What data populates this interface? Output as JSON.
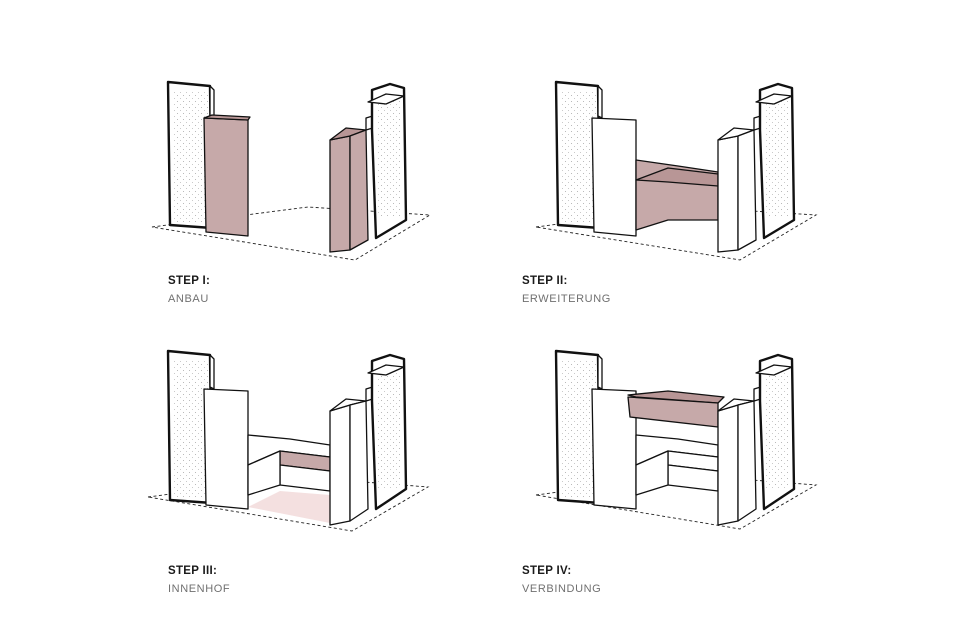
{
  "steps": [
    {
      "title": "STEP I:",
      "subtitle": "ANBAU"
    },
    {
      "title": "STEP II:",
      "subtitle": "ERWEITERUNG"
    },
    {
      "title": "STEP III:",
      "subtitle": "INNENHOF"
    },
    {
      "title": "STEP IV:",
      "subtitle": "VERBINDUNG"
    }
  ],
  "colors": {
    "highlight": "#c6a9a9",
    "courtyard": "#f4e0e0",
    "outline": "#111111",
    "caption_text": "#707070"
  }
}
